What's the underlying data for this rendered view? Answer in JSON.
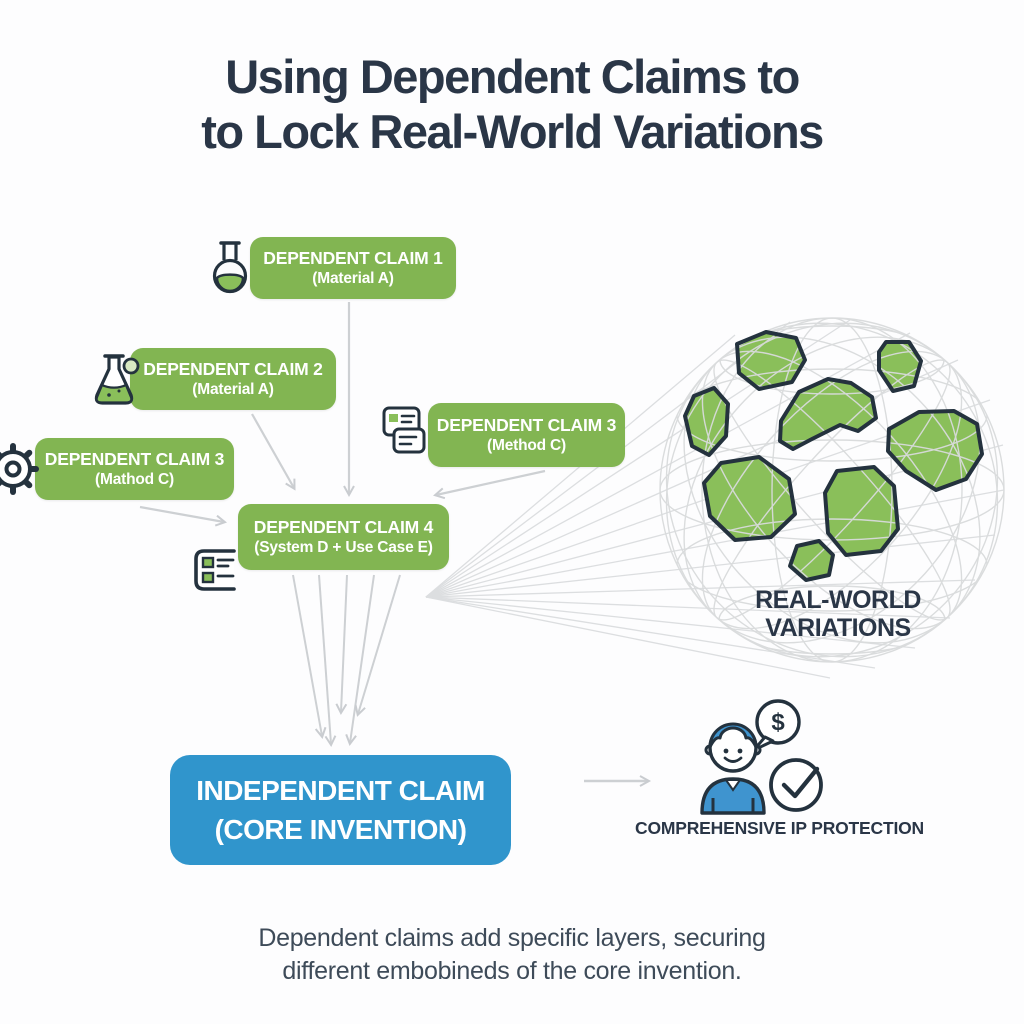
{
  "title": {
    "line1": "Using Dependent Claims to",
    "line2": "to Lock Real-World Variations"
  },
  "claims": [
    {
      "label": "DEPENDENT CLAIM 1",
      "sublabel": "(Material A)",
      "icon": "round-flask-icon"
    },
    {
      "label": "DEPENDENT CLAIM 2",
      "sublabel": "(Material A)",
      "icon": "erlenmeyer-flask-icon"
    },
    {
      "label": "DEPENDENT CLAIM 3",
      "sublabel": "(Mathod C)",
      "icon": "gear-icon"
    },
    {
      "label": "DEPENDENT CLAIM 3",
      "sublabel": "(Method C)",
      "icon": "cards-icon"
    },
    {
      "label": "DEPENDENT CLAIM 4",
      "sublabel": "(System D + Use Case E)",
      "icon": "list-icon"
    }
  ],
  "independent_claim": {
    "line1": "INDEPENDENT CLAIM",
    "line2": "(CORE INVENTION)"
  },
  "globe": {
    "label_line1": "REAL-WORLD",
    "label_line2": "VARIATIONS"
  },
  "protection": {
    "label": "COMPREHENSIVE IP PROTECTION",
    "dollar": "$"
  },
  "caption": {
    "line1": "Dependent claims add specific layers, securing",
    "line2": "different embobineds of the core invention."
  },
  "colors": {
    "green": "#82b552",
    "blob_green": "#8abf5a",
    "blue": "#3095cc",
    "navy": "#263545",
    "arrow_gray": "#cdd0d3",
    "wire_gray": "#d9dbdc"
  }
}
